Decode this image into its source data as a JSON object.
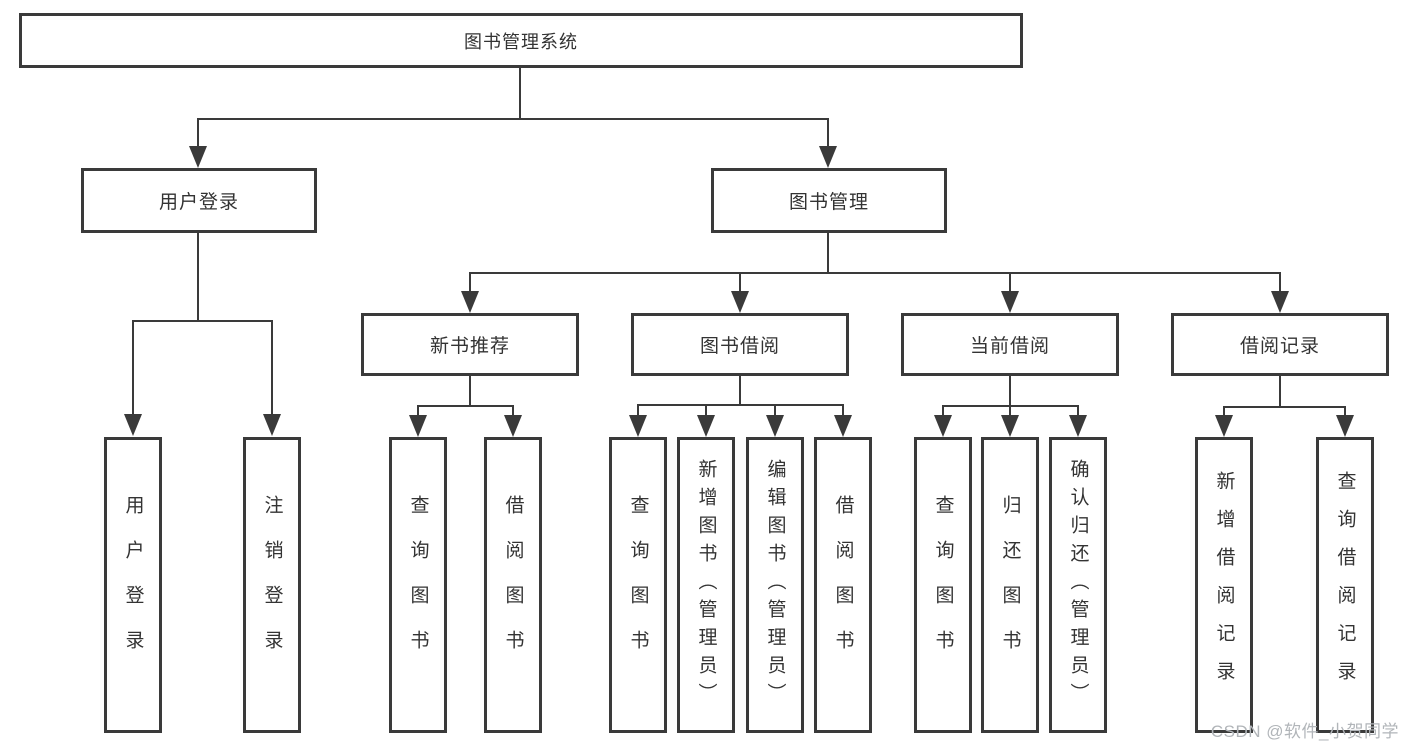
{
  "diagram": {
    "title": "图书管理系统",
    "watermark": "CSDN @软件_小贺同学",
    "colors": {
      "line": "#3a3a3a",
      "border": "#3a3a3a",
      "text": "#333333",
      "background": "#ffffff",
      "watermark": "#b1b5b9"
    },
    "root": {
      "label": "图书管理系统"
    },
    "level2": [
      {
        "label": "用户登录",
        "parent": "图书管理系统"
      },
      {
        "label": "图书管理",
        "parent": "图书管理系统"
      }
    ],
    "level3": [
      {
        "label": "新书推荐",
        "parent": "图书管理"
      },
      {
        "label": "图书借阅",
        "parent": "图书管理"
      },
      {
        "label": "当前借阅",
        "parent": "图书管理"
      },
      {
        "label": "借阅记录",
        "parent": "图书管理"
      }
    ],
    "leaves": [
      {
        "label": "用户登录",
        "parent": "用户登录"
      },
      {
        "label": "注销登录",
        "parent": "用户登录"
      },
      {
        "label": "查询图书",
        "parent": "新书推荐"
      },
      {
        "label": "借阅图书",
        "parent": "新书推荐"
      },
      {
        "label": "查询图书",
        "parent": "图书借阅"
      },
      {
        "label": "新增图书（管理员）",
        "parent": "图书借阅"
      },
      {
        "label": "编辑图书（管理员）",
        "parent": "图书借阅"
      },
      {
        "label": "借阅图书",
        "parent": "图书借阅"
      },
      {
        "label": "查询图书",
        "parent": "当前借阅"
      },
      {
        "label": "归还图书",
        "parent": "当前借阅"
      },
      {
        "label": "确认归还（管理员）",
        "parent": "当前借阅"
      },
      {
        "label": "新增借阅记录",
        "parent": "借阅记录"
      },
      {
        "label": "查询借阅记录",
        "parent": "借阅记录"
      }
    ]
  }
}
